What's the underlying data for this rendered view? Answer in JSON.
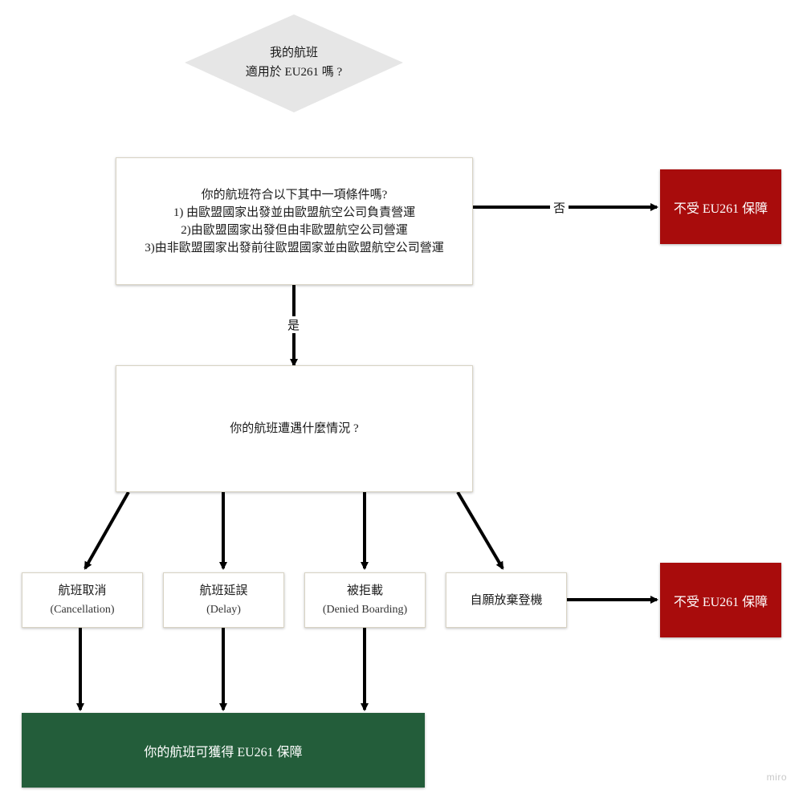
{
  "start": {
    "line1": "我的航班",
    "line2": "適用於 EU261 嗎 ?"
  },
  "conditions": {
    "title": "你的航班符合以下其中一項條件嗎?",
    "items": [
      "1) 由歐盟國家出發並由歐盟航空公司負責營運",
      "2)由歐盟國家出發但由非歐盟航空公司營運",
      "3)由非歐盟國家出發前往歐盟國家並由歐盟航空公司營運"
    ]
  },
  "labels": {
    "no": "否",
    "yes": "是"
  },
  "not_covered_top": "不受 EU261 保障",
  "situation": "你的航班遭遇什麼情況 ?",
  "options": [
    {
      "title": "航班取消",
      "sub": "(Cancellation)"
    },
    {
      "title": "航班延誤",
      "sub": "(Delay)"
    },
    {
      "title": "被拒載",
      "sub": "(Denied Boarding)"
    },
    {
      "title": "自願放棄登機"
    }
  ],
  "not_covered_bottom": "不受 EU261 保障",
  "covered": "你的航班可獲得 EU261 保障",
  "watermark": "miro",
  "colors": {
    "red": "#a80c0c",
    "green": "#235d3a",
    "diamond": "#e6e6e6",
    "border": "#d8d3c4"
  }
}
